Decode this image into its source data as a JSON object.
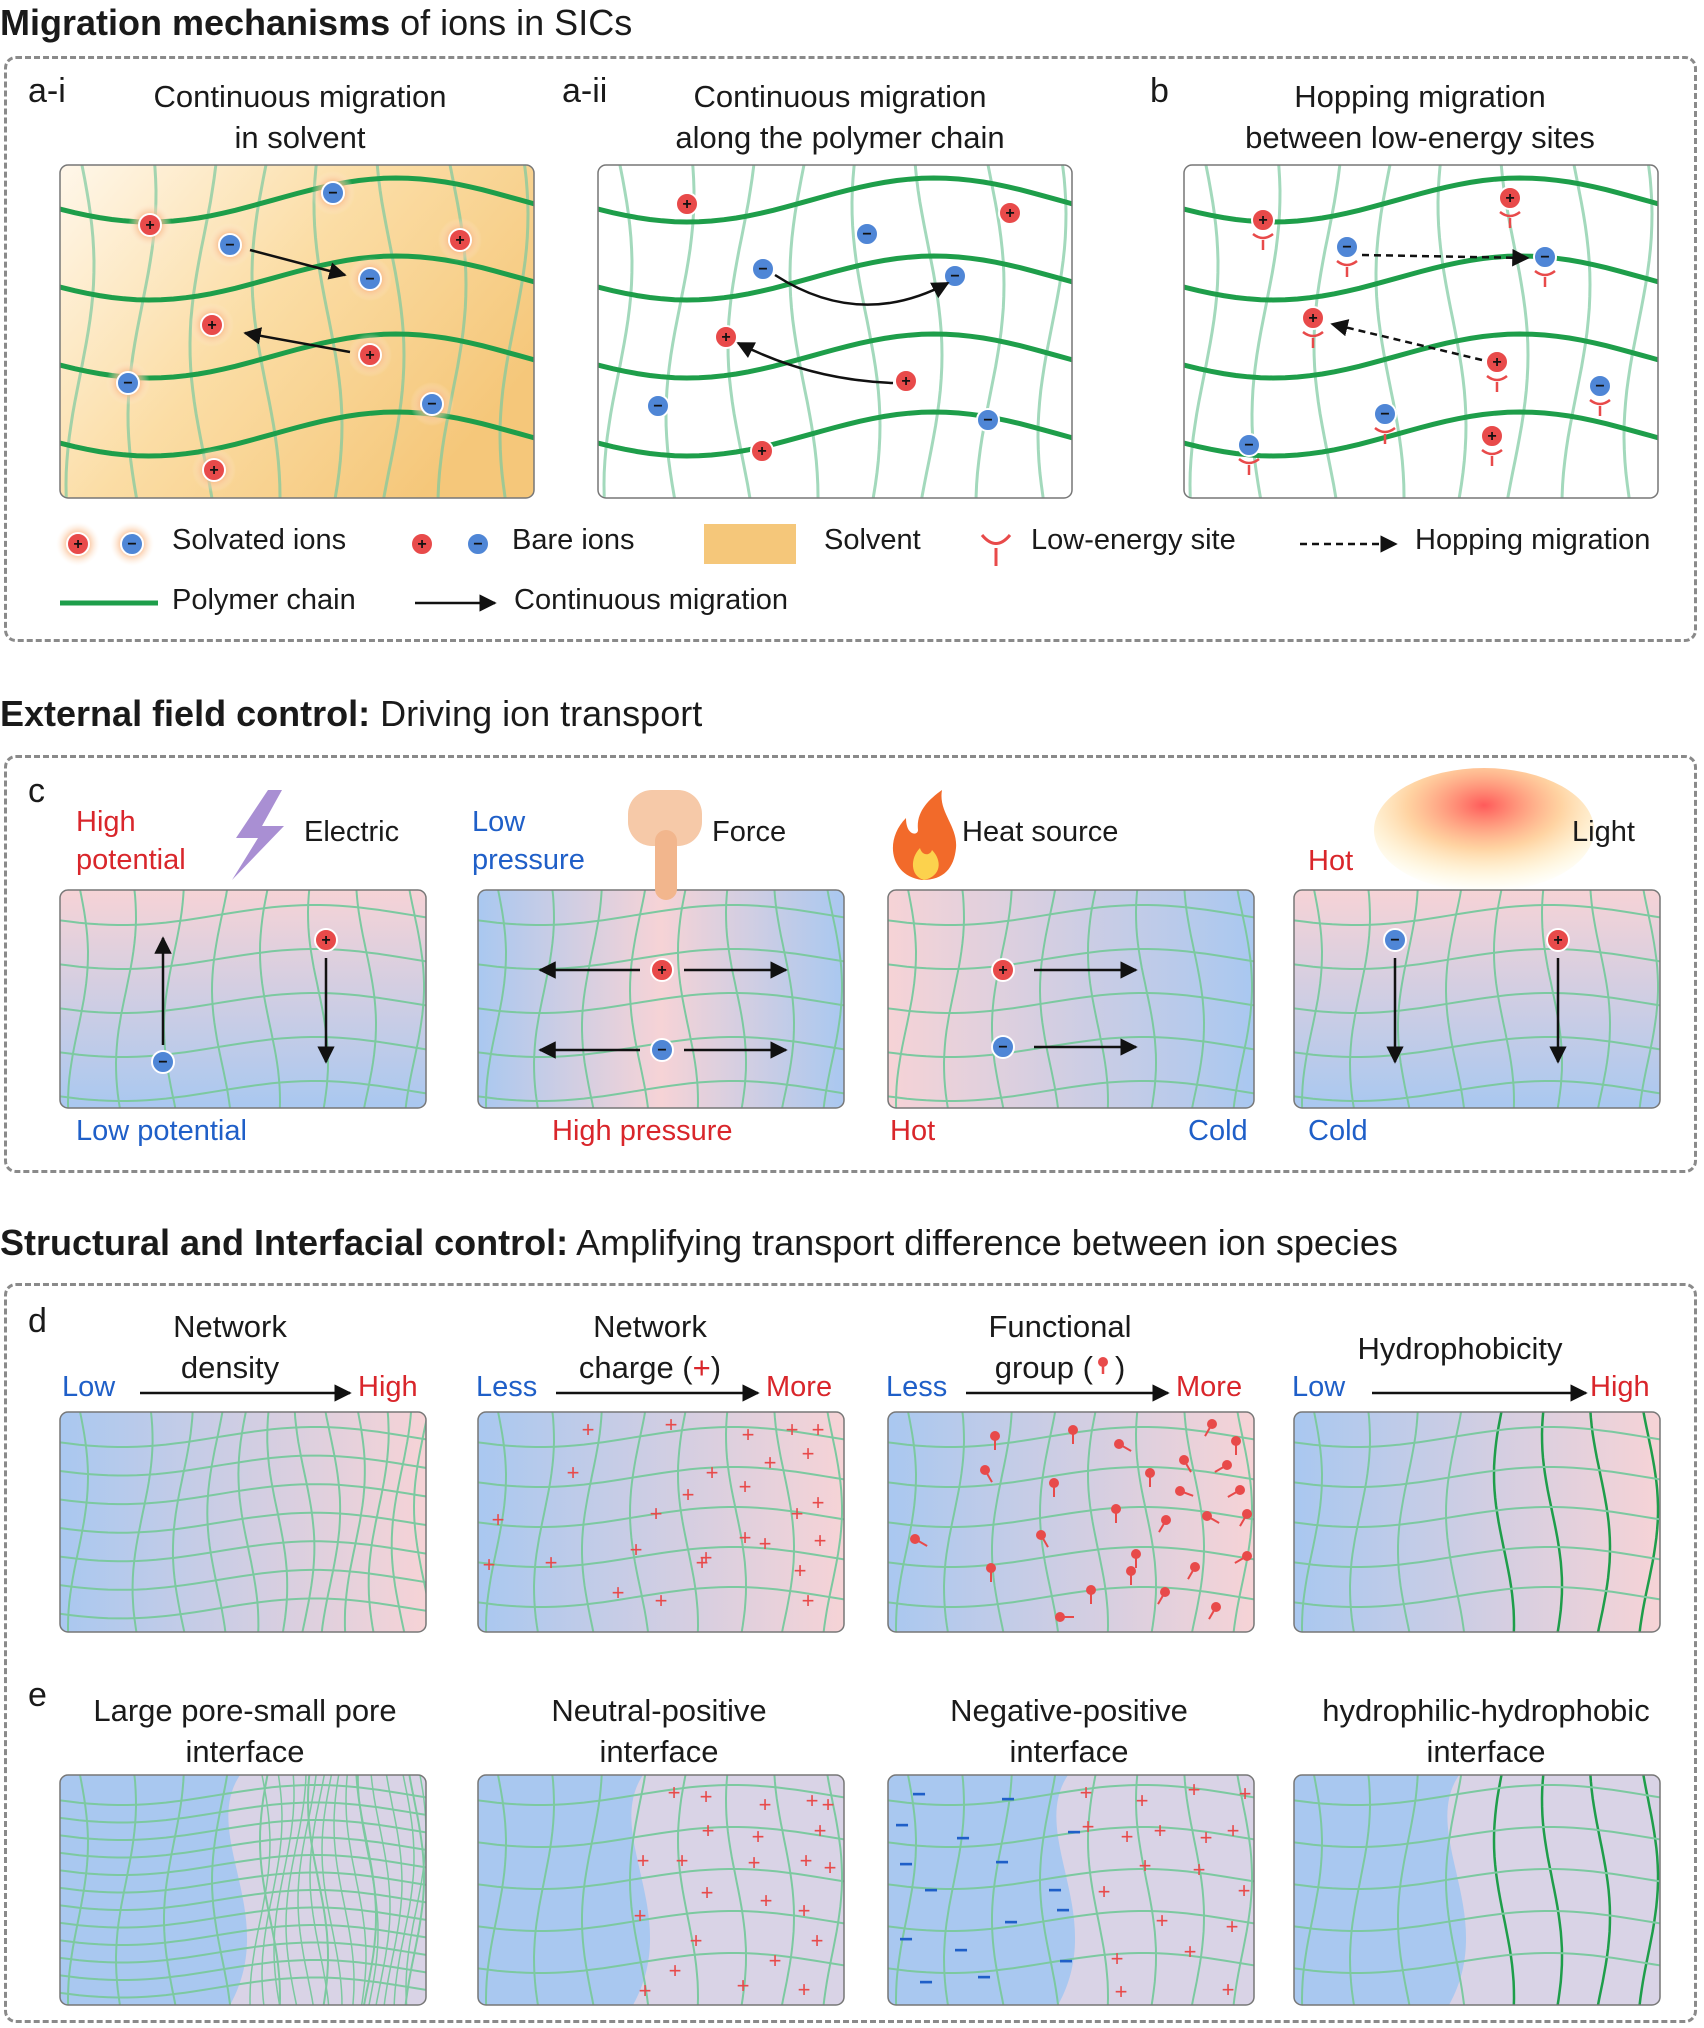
{
  "sections": {
    "s1": {
      "bold": "Migration mechanisms",
      "rest": " of ions in SICs"
    },
    "s2": {
      "bold": "External field control:",
      "rest": " Driving ion transport"
    },
    "s3": {
      "bold": "Structural and Interfacial control:",
      "rest": " Amplifying transport difference between ion species"
    }
  },
  "panel_a": {
    "ai_label": "a-i",
    "ai_title1": "Continuous migration",
    "ai_title2": "in solvent",
    "aii_label": "a-ii",
    "aii_title1": "Continuous migration",
    "aii_title2": "along the polymer chain",
    "b_label": "b",
    "b_title1": "Hopping migration",
    "b_title2": "between low-energy sites",
    "legend": {
      "solvated": "Solvated ions",
      "bare": "Bare ions",
      "solvent": "Solvent",
      "site": "Low-energy site",
      "hopping": "Hopping migration",
      "chain": "Polymer chain",
      "continuous": "Continuous migration"
    }
  },
  "panel_c": {
    "label": "c",
    "electric": {
      "top": "High",
      "top2": "potential",
      "name": "Electric",
      "bottom": "Low potential"
    },
    "force": {
      "top": "Low",
      "top2": "pressure",
      "name": "Force",
      "bottom": "High pressure"
    },
    "heat": {
      "name": "Heat source",
      "left": "Hot",
      "right": "Cold"
    },
    "light": {
      "top": "Hot",
      "name": "Light",
      "bottom": "Cold"
    }
  },
  "panel_d": {
    "label": "d",
    "density": {
      "t1": "Network",
      "t2": "density",
      "left": "Low",
      "right": "High"
    },
    "charge": {
      "t1": "Network",
      "t2": "charge (",
      "plus": "+",
      "t3": ")",
      "left": "Less",
      "right": "More"
    },
    "func": {
      "t1": "Functional",
      "t2": "group (",
      "t3": ")",
      "left": "Less",
      "right": "More"
    },
    "hydro": {
      "t1": "Hydrophobicity",
      "left": "Low",
      "right": "High"
    }
  },
  "panel_e": {
    "label": "e",
    "p1": {
      "t1": "Large pore-small pore",
      "t2": "interface"
    },
    "p2": {
      "t1": "Neutral-positive",
      "t2": "interface"
    },
    "p3": {
      "t1": "Negative-positive",
      "t2": "interface"
    },
    "p4": {
      "t1": "hydrophilic-hydrophobic",
      "t2": "interface"
    }
  },
  "colors": {
    "polymer": "#1e9e4a",
    "mesh": "#7cc9a0",
    "cation": "#e84a4a",
    "anion": "#4f86d6",
    "solvent": "#f5c77a",
    "pink": "#f6d3d6",
    "blue": "#a9c8f0"
  },
  "ion_signs": {
    "plus": "+",
    "minus": "−"
  }
}
